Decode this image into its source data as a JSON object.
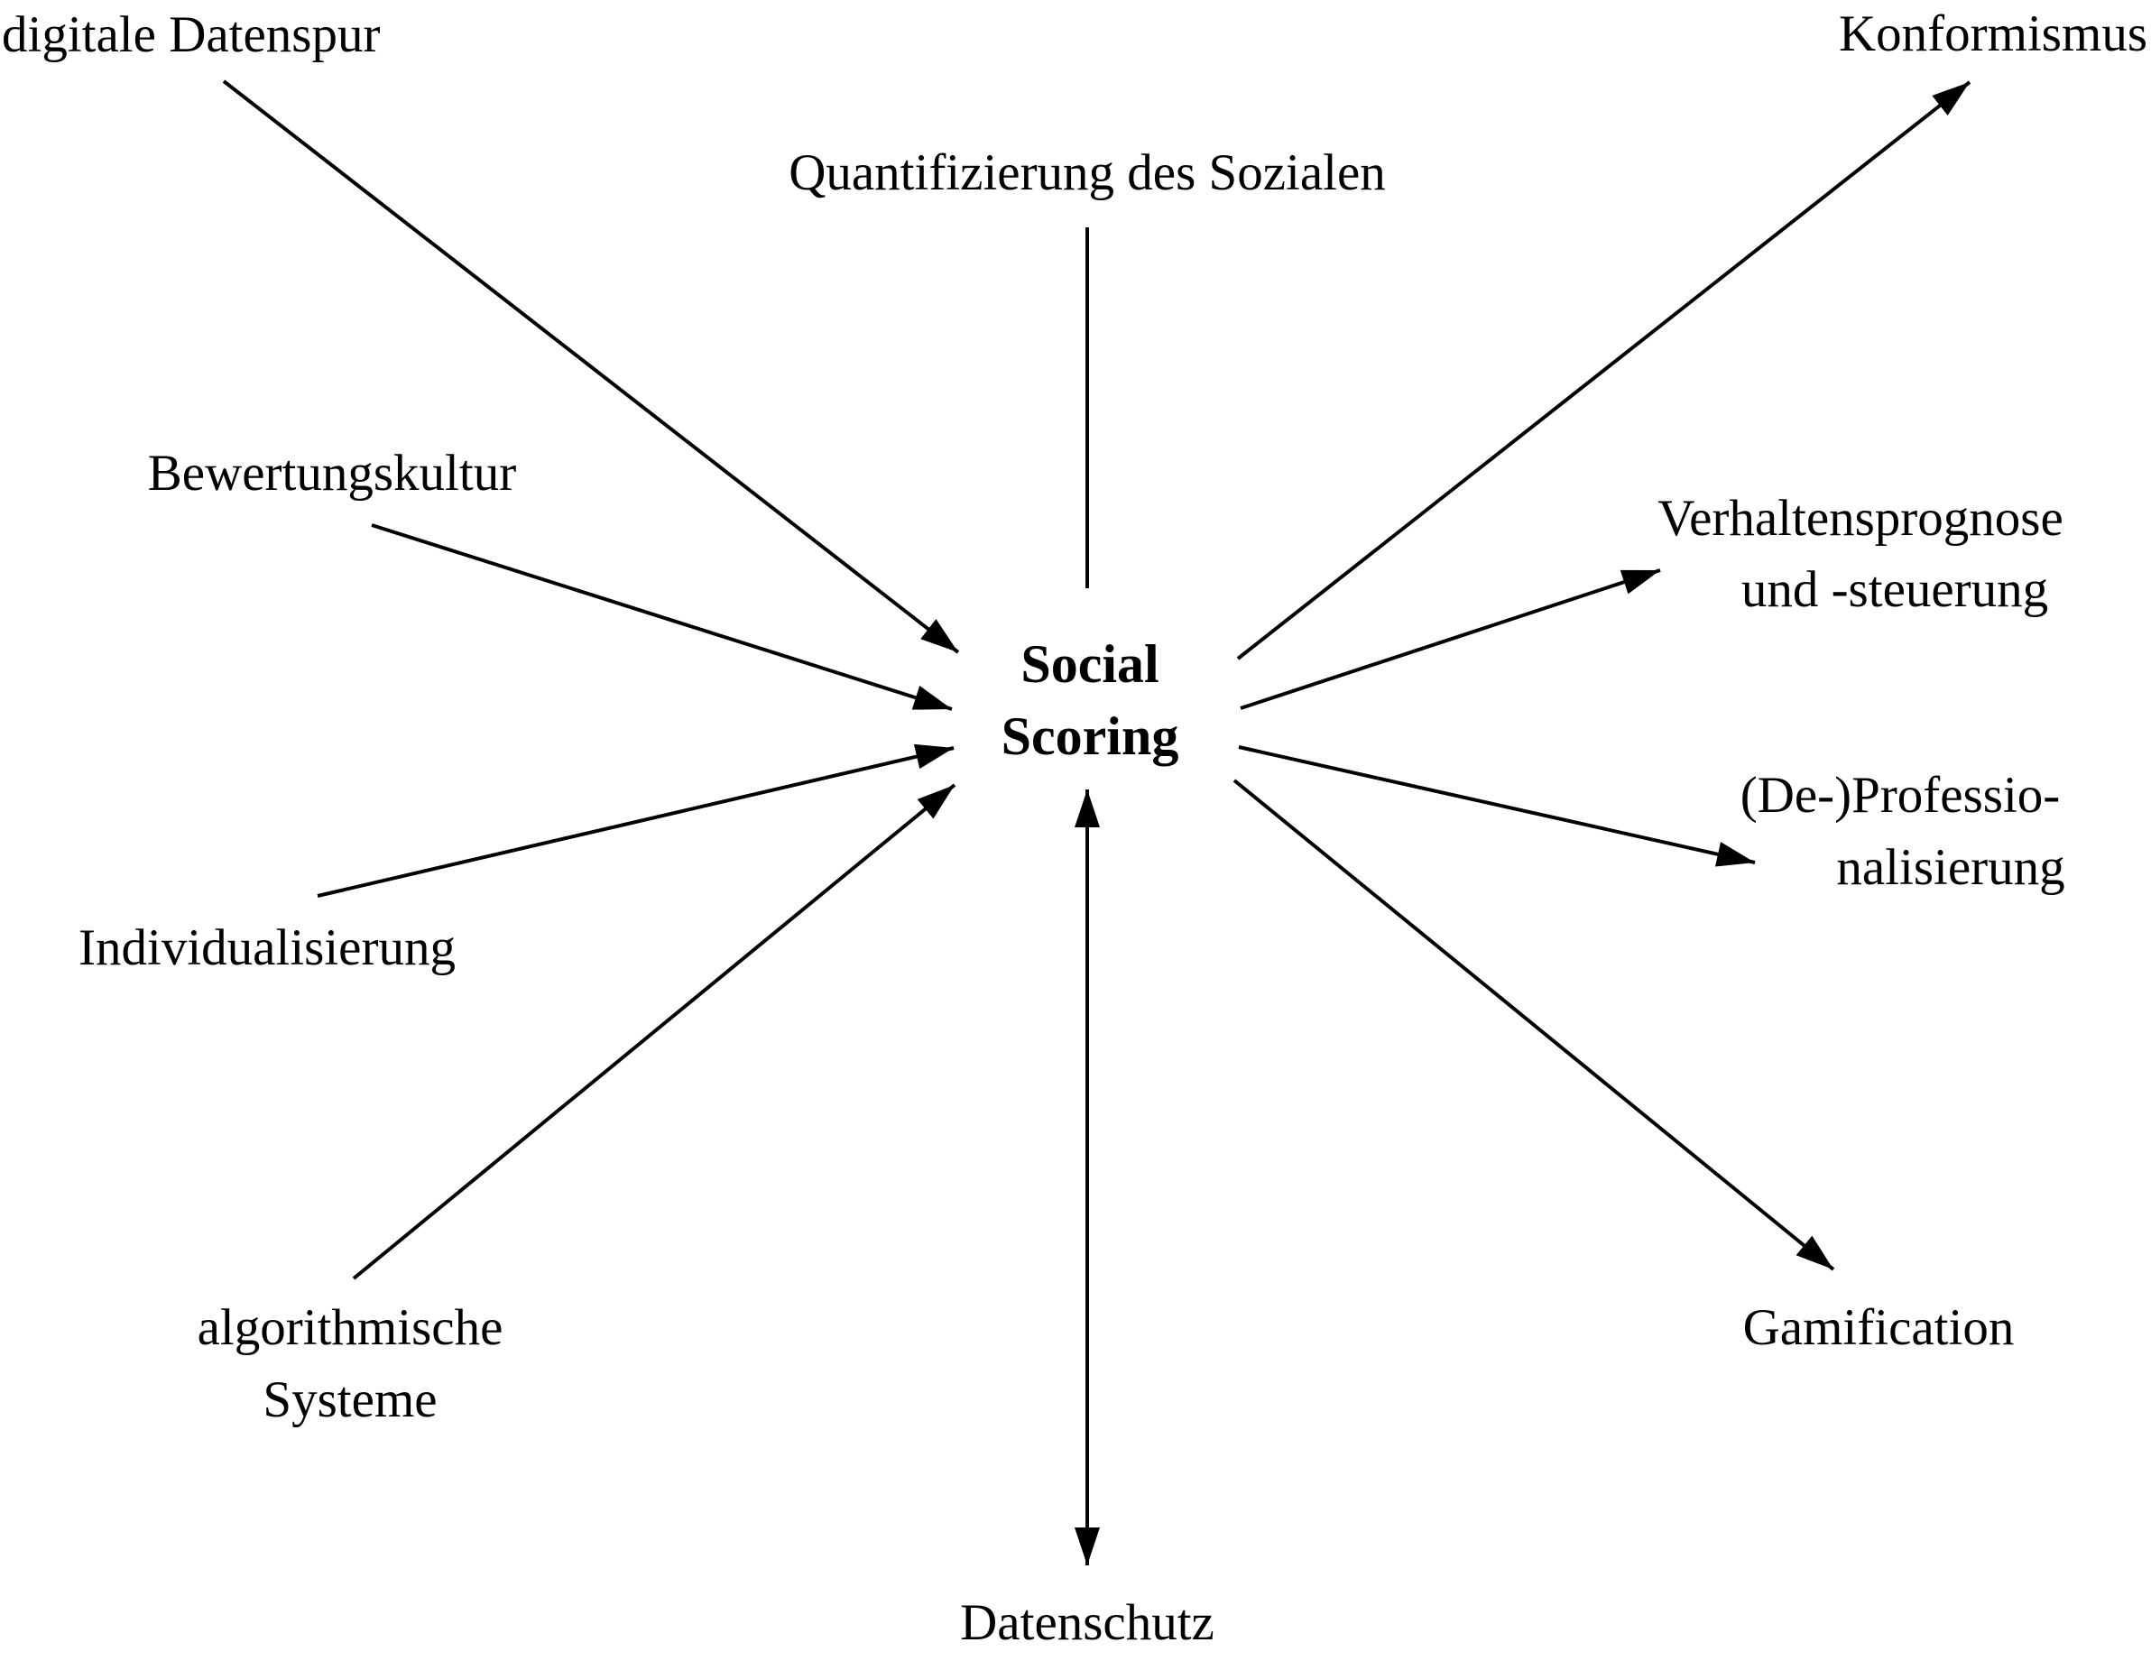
{
  "diagram": {
    "center": {
      "lines": [
        "Social",
        "Scoring"
      ]
    },
    "nodes": [
      {
        "id": "digitale-datenspur",
        "lines": [
          "digitale Datenspur"
        ]
      },
      {
        "id": "quantifizierung-des-sozialen",
        "lines": [
          "Quantifizierung des Sozialen"
        ]
      },
      {
        "id": "konformismus",
        "lines": [
          "Konformismus"
        ]
      },
      {
        "id": "bewertungskultur",
        "lines": [
          "Bewertungskultur"
        ]
      },
      {
        "id": "verhaltensprognose",
        "lines": [
          "Verhaltensprognose",
          "und -steuerung"
        ]
      },
      {
        "id": "de-professionalisierung",
        "lines": [
          "(De-)Professio-",
          "nalisierung"
        ]
      },
      {
        "id": "individualisierung",
        "lines": [
          "Individualisierung"
        ]
      },
      {
        "id": "algorithmische-systeme",
        "lines": [
          "algorithmische",
          "Systeme"
        ]
      },
      {
        "id": "gamification",
        "lines": [
          "Gamification"
        ]
      },
      {
        "id": "datenschutz",
        "lines": [
          "Datenschutz"
        ]
      }
    ],
    "edges": [
      {
        "id": "edge-digitale-datenspur",
        "from": "digitale-datenspur",
        "to": "center",
        "direction": "to-center"
      },
      {
        "id": "edge-quantifizierung",
        "from": "quantifizierung-des-sozialen",
        "to": "center",
        "direction": "none"
      },
      {
        "id": "edge-konformismus",
        "from": "center",
        "to": "konformismus",
        "direction": "from-center"
      },
      {
        "id": "edge-bewertungskultur",
        "from": "bewertungskultur",
        "to": "center",
        "direction": "to-center"
      },
      {
        "id": "edge-verhaltensprognose",
        "from": "center",
        "to": "verhaltensprognose",
        "direction": "from-center"
      },
      {
        "id": "edge-de-professionalisierung",
        "from": "center",
        "to": "de-professionalisierung",
        "direction": "from-center"
      },
      {
        "id": "edge-individualisierung",
        "from": "individualisierung",
        "to": "center",
        "direction": "to-center"
      },
      {
        "id": "edge-algorithmische-systeme",
        "from": "algorithmische-systeme",
        "to": "center",
        "direction": "to-center"
      },
      {
        "id": "edge-gamification",
        "from": "center",
        "to": "gamification",
        "direction": "from-center"
      },
      {
        "id": "edge-datenschutz",
        "from": "center",
        "to": "datenschutz",
        "direction": "both"
      }
    ],
    "colors": {
      "line": "#000000",
      "text": "#000000",
      "background": "#ffffff"
    }
  }
}
